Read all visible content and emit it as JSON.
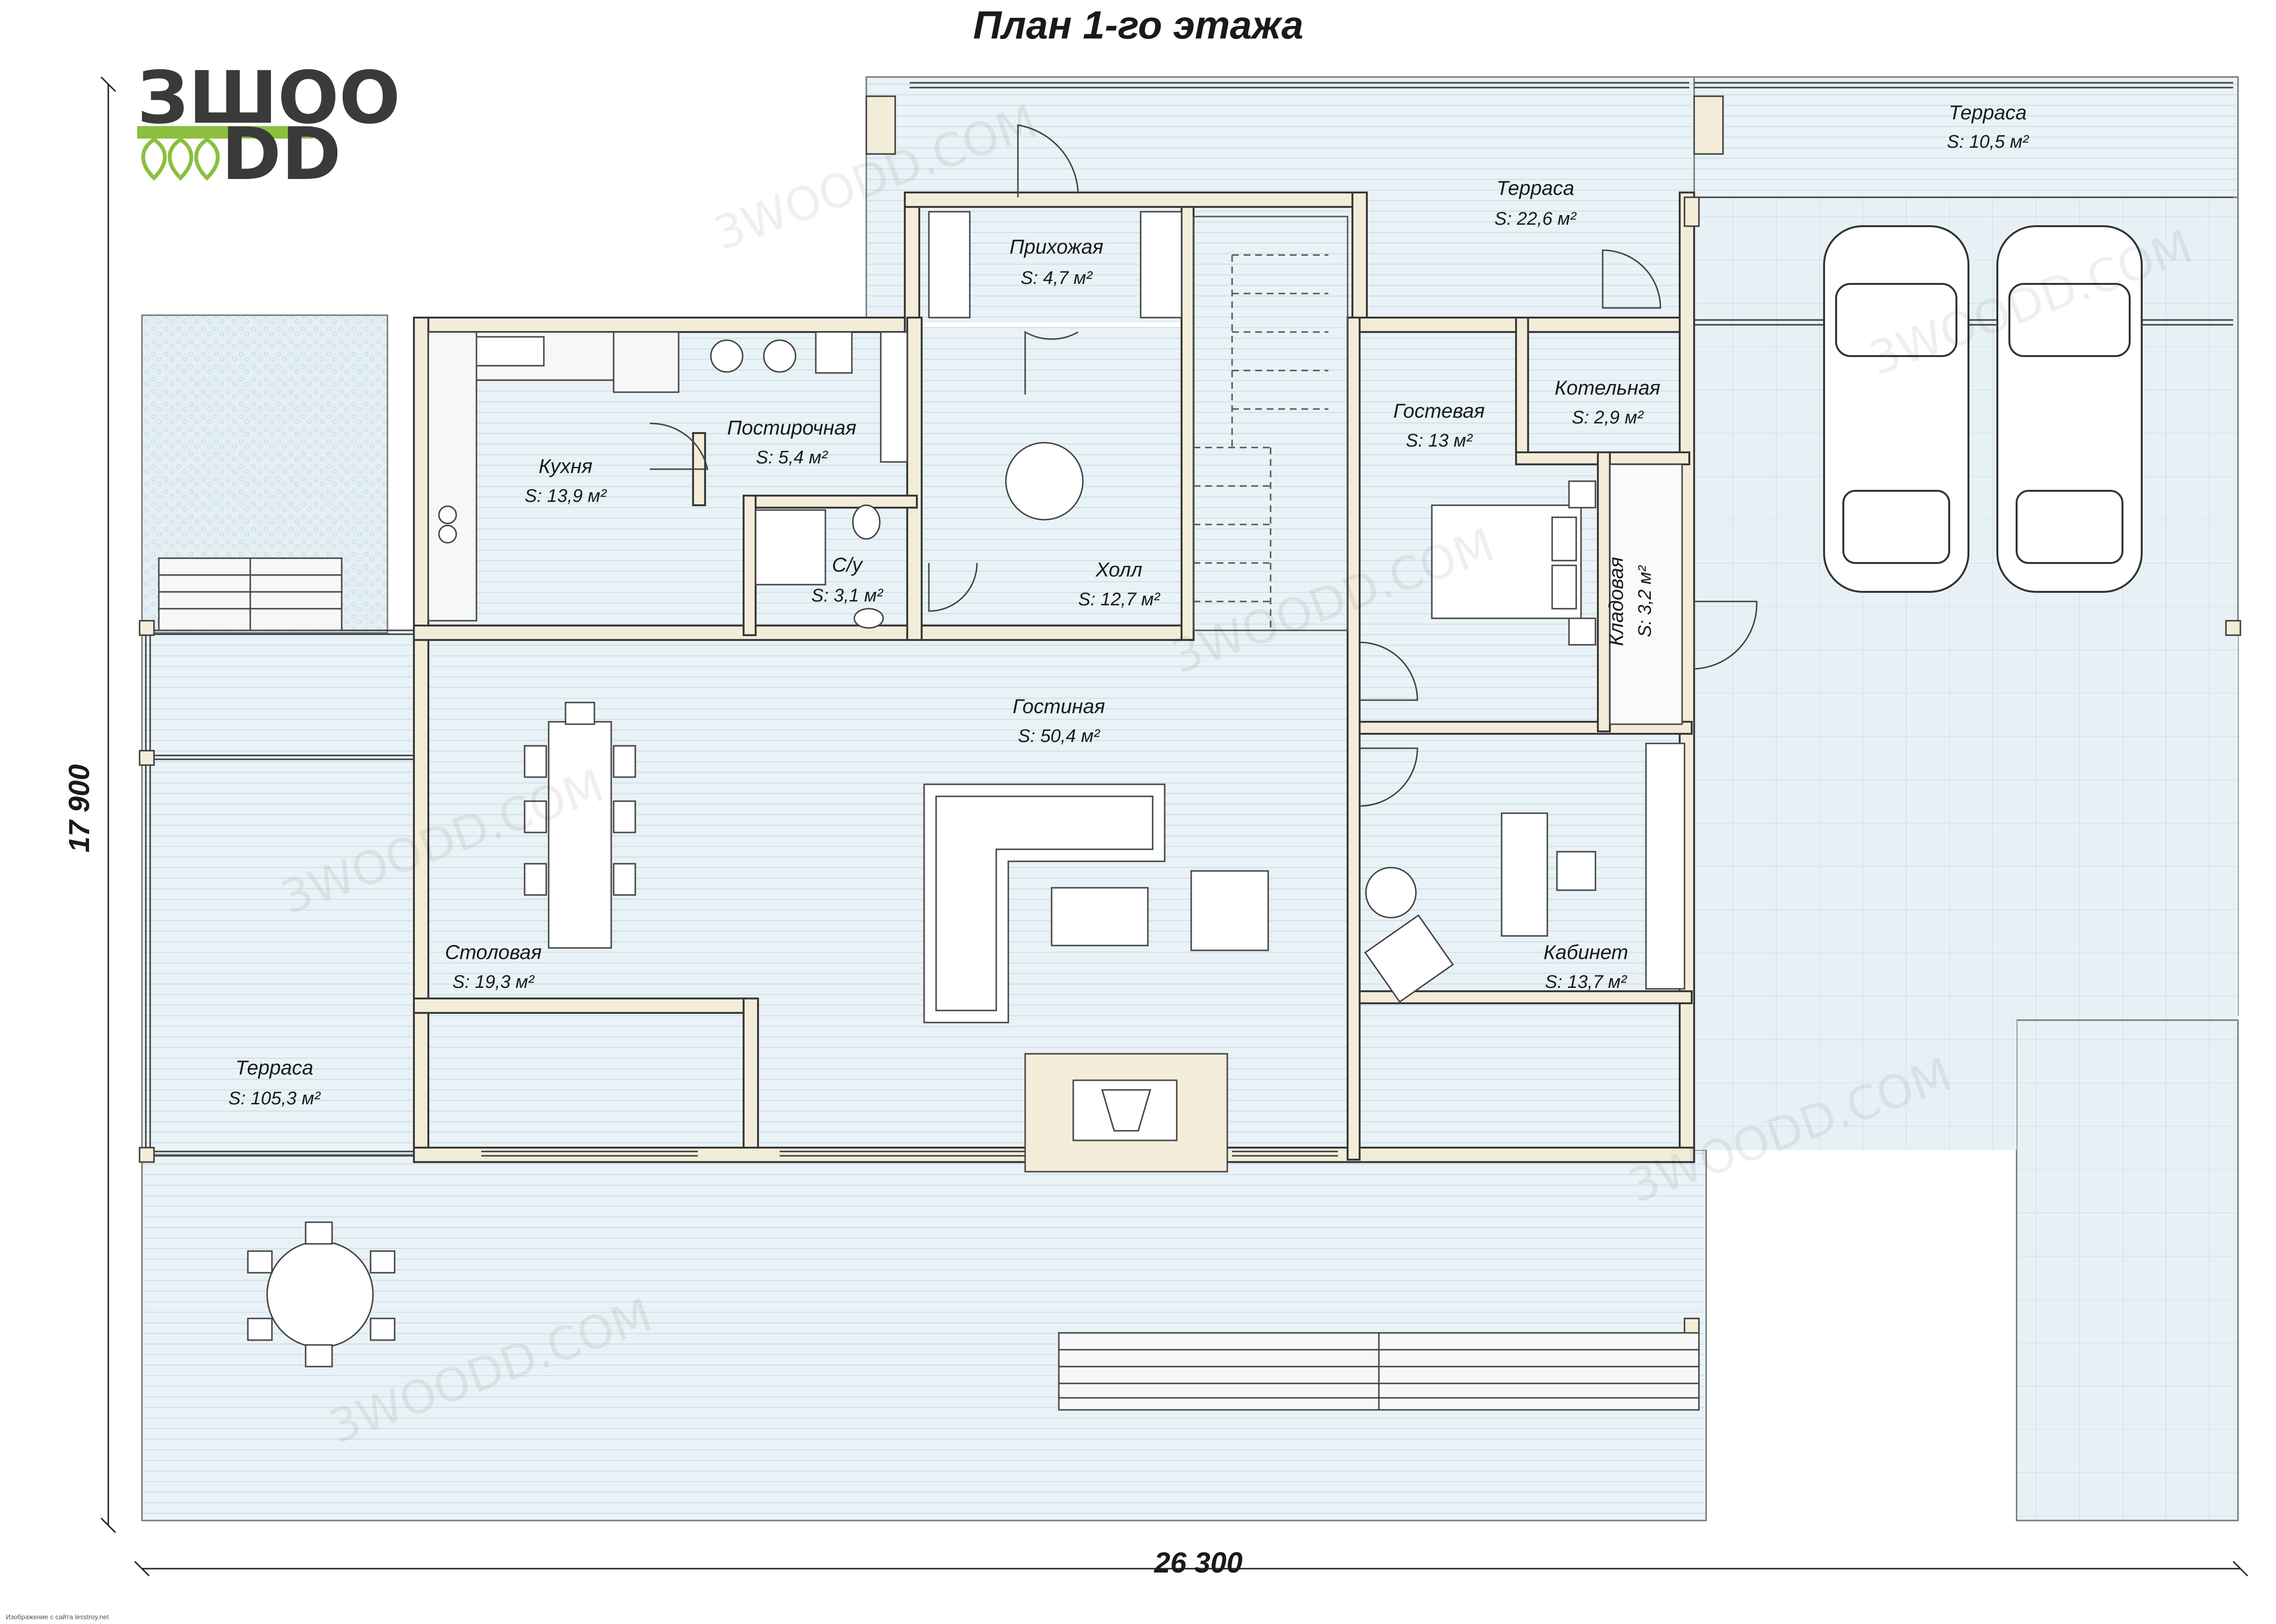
{
  "title": "План 1-го этажа",
  "logo": {
    "top": "ЗШОО",
    "bottom": "DD"
  },
  "watermark": "3WOODD.COM",
  "dimensions": {
    "width": "26 300",
    "height": "17 900"
  },
  "credit": "Изображение с сайта lesstroy.net",
  "rooms": {
    "terrace_top_right": {
      "name": "Терраса",
      "area": "S: 10,5 м²"
    },
    "terrace_top": {
      "name": "Терраса",
      "area": "S: 22,6 м²"
    },
    "hallway": {
      "name": "Прихожая",
      "area": "S: 4,7 м²"
    },
    "guest": {
      "name": "Гостевая",
      "area": "S: 13 м²"
    },
    "boiler": {
      "name": "Котельная",
      "area": "S: 2,9 м²"
    },
    "kitchen": {
      "name": "Кухня",
      "area": "S: 13,9 м²"
    },
    "laundry": {
      "name": "Постирочная",
      "area": "S: 5,4 м²"
    },
    "wc": {
      "name": "С/у",
      "area": "S: 3,1 м²"
    },
    "hall": {
      "name": "Холл",
      "area": "S: 12,7 м²"
    },
    "storage": {
      "name": "Кладовая",
      "area": "S: 3,2 м²"
    },
    "living": {
      "name": "Гостиная",
      "area": "S: 50,4 м²"
    },
    "dining": {
      "name": "Столовая",
      "area": "S: 19,3 м²"
    },
    "office": {
      "name": "Кабинет",
      "area": "S: 13,7 м²"
    },
    "terrace_left": {
      "name": "Терраса",
      "area": "S: 105,3 м²"
    }
  },
  "colors": {
    "floor": "#e7f1f5",
    "wall": "#f3ecd9",
    "wall_stroke": "#3a3a3a",
    "logo_green": "#8cbf3f",
    "logo_dark": "#3a3a3a"
  }
}
